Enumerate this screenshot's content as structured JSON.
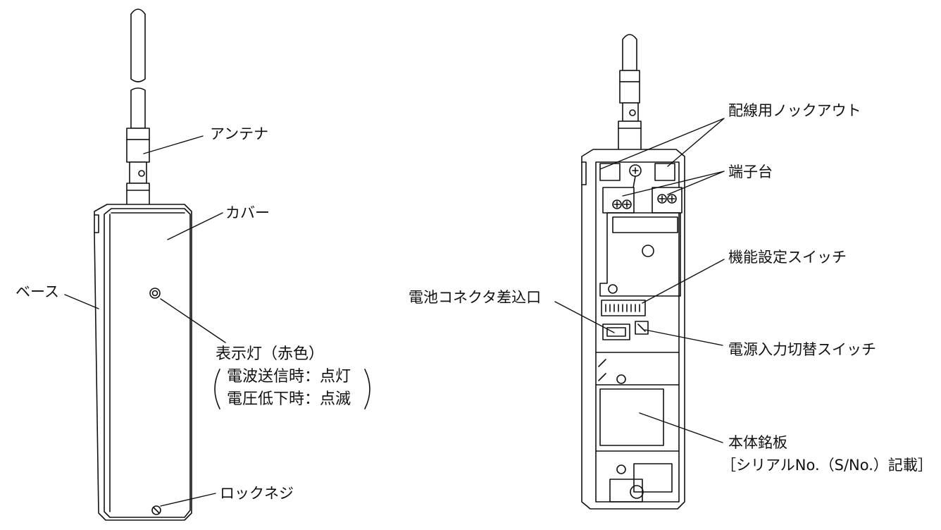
{
  "labels": {
    "antenna": "アンテナ",
    "cover": "カバー",
    "base": "ベース",
    "indicator_title": "表示灯（赤色）",
    "indicator_line1": "電波送信時：点灯",
    "indicator_line2": "電圧低下時：点滅",
    "lock_screw": "ロックネジ",
    "wiring_knockout": "配線用ノックアウト",
    "terminal_block": "端子台",
    "function_switch": "機能設定スイッチ",
    "battery_connector": "電池コネクタ差込口",
    "power_switch": "電源入力切替スイッチ",
    "nameplate": "本体銘板",
    "nameplate_note": "［シリアルNo.（S/No.）記載］"
  },
  "colors": {
    "line": "#111111",
    "background": "#ffffff"
  }
}
